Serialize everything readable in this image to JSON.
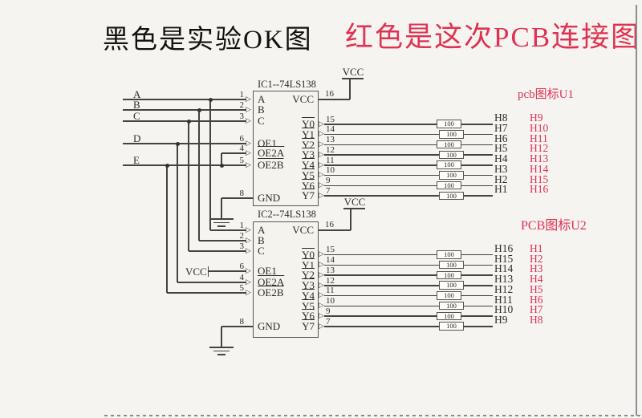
{
  "titles": {
    "black": "黑色是实验OK图",
    "red": "红色是这次PCB连接图"
  },
  "colors": {
    "red": "#e03250",
    "wire": "#46423c",
    "text": "#2f2b26"
  },
  "inputs": [
    "A",
    "B",
    "C",
    "D",
    "E"
  ],
  "ic1": {
    "title": "IC1--74LS138",
    "pcb_label": "pcb图标U1",
    "vcc_top": "VCC",
    "vcc_pin": {
      "num": "16",
      "label": "VCC"
    },
    "left_pins": [
      {
        "num": "1",
        "name": "A"
      },
      {
        "num": "2",
        "name": "B"
      },
      {
        "num": "3",
        "name": "C"
      },
      {
        "num": "6",
        "name": "OE1"
      },
      {
        "num": "4",
        "name": "OE2A"
      },
      {
        "num": "5",
        "name": "OE2B"
      }
    ],
    "gnd_pin": {
      "num": "8",
      "name": "GND"
    },
    "outputs": [
      {
        "num": "15",
        "name": "Y0",
        "res": "100",
        "black": "H8",
        "red": "H9"
      },
      {
        "num": "14",
        "name": "Y1",
        "res": "100",
        "black": "H7",
        "red": "H10"
      },
      {
        "num": "13",
        "name": "Y2",
        "res": "100",
        "black": "H6",
        "red": "H11"
      },
      {
        "num": "12",
        "name": "Y3",
        "res": "100",
        "black": "H5",
        "red": "H12"
      },
      {
        "num": "11",
        "name": "Y4",
        "res": "100",
        "black": "H4",
        "red": "H13"
      },
      {
        "num": "10",
        "name": "Y5",
        "res": "100",
        "black": "H3",
        "red": "H14"
      },
      {
        "num": "9",
        "name": "Y6",
        "res": "100",
        "black": "H2",
        "red": "H15"
      },
      {
        "num": "7",
        "name": "Y7",
        "res": "100",
        "black": "H1",
        "red": "H16"
      }
    ]
  },
  "ic2": {
    "title": "IC2--74LS138",
    "pcb_label": "PCB图标U2",
    "vcc_top": "VCC",
    "vcc_left": "VCC",
    "vcc_pin": {
      "num": "16",
      "label": "VCC"
    },
    "left_pins": [
      {
        "num": "1",
        "name": "A"
      },
      {
        "num": "2",
        "name": "B"
      },
      {
        "num": "3",
        "name": "C"
      },
      {
        "num": "6",
        "name": "OE1"
      },
      {
        "num": "4",
        "name": "OE2A"
      },
      {
        "num": "5",
        "name": "OE2B"
      }
    ],
    "gnd_pin": {
      "num": "8",
      "name": "GND"
    },
    "outputs": [
      {
        "num": "15",
        "name": "Y0",
        "res": "100",
        "black": "H16",
        "red": "H1"
      },
      {
        "num": "14",
        "name": "Y1",
        "res": "100",
        "black": "H15",
        "red": "H2"
      },
      {
        "num": "13",
        "name": "Y2",
        "res": "100",
        "black": "H14",
        "red": "H3"
      },
      {
        "num": "12",
        "name": "Y3",
        "res": "100",
        "black": "H13",
        "red": "H4"
      },
      {
        "num": "11",
        "name": "Y4",
        "res": "100",
        "black": "H12",
        "red": "H5"
      },
      {
        "num": "10",
        "name": "Y5",
        "res": "100",
        "black": "H11",
        "red": "H6"
      },
      {
        "num": "9",
        "name": "Y6",
        "res": "100",
        "black": "H10",
        "red": "H7"
      },
      {
        "num": "7",
        "name": "Y7",
        "res": "100",
        "black": "H9",
        "red": "H8"
      }
    ]
  }
}
